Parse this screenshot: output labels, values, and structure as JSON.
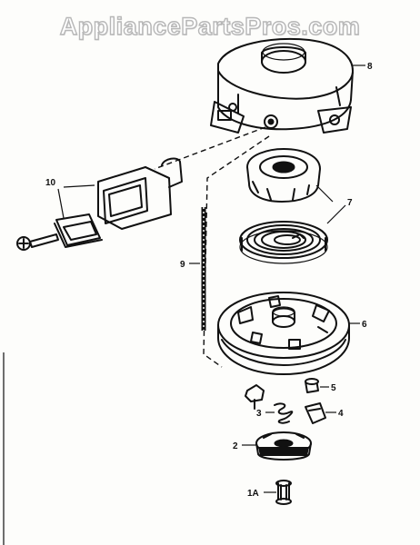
{
  "watermark": "AppliancePartsPros.com",
  "parts": {
    "p8": "8",
    "p10": "10",
    "p7": "7",
    "p9": "9",
    "p6": "6",
    "p5": "5",
    "p3": "3",
    "p4": "4",
    "p2": "2",
    "p1a": "1A"
  },
  "colors": {
    "ink": "#111111",
    "paper": "#fdfdfb",
    "watermark_outline": "#b7b7b7"
  }
}
